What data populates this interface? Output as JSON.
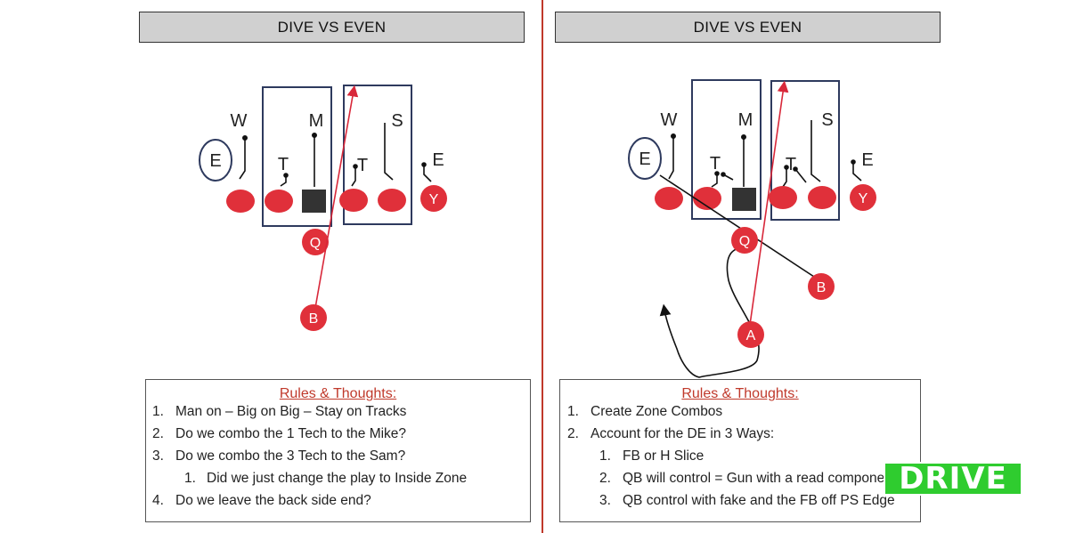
{
  "left_panel": {
    "title": "DIVE VS EVEN",
    "defense_labels": {
      "w": "W",
      "m": "M",
      "s": "S",
      "e_circled": "E",
      "t1": "T",
      "t2": "T",
      "e_right": "E"
    },
    "offense_labels": {
      "y": "Y",
      "q": "Q",
      "b": "B"
    },
    "rules": {
      "title": "Rules & Thoughts:",
      "items": [
        {
          "num": "1.",
          "text": "Man on – Big on Big – Stay on Tracks",
          "indent": 0
        },
        {
          "num": "2.",
          "text": "Do we combo the 1 Tech to the Mike?",
          "indent": 0
        },
        {
          "num": "3.",
          "text": "Do we combo the 3 Tech to the Sam?",
          "indent": 0
        },
        {
          "num": "1.",
          "text": "Did we just change the play to Inside Zone",
          "indent": 1
        },
        {
          "num": "4.",
          "text": "Do we leave the back side end?",
          "indent": 0
        }
      ]
    }
  },
  "right_panel": {
    "title": "DIVE VS EVEN",
    "defense_labels": {
      "w": "W",
      "m": "M",
      "s": "S",
      "e_circled": "E",
      "t1": "T",
      "t2": "T",
      "e_right": "E"
    },
    "offense_labels": {
      "y": "Y",
      "q": "Q",
      "b": "B",
      "a": "A"
    },
    "rules": {
      "title": "Rules & Thoughts:",
      "items": [
        {
          "num": "1.",
          "text": "Create Zone Combos",
          "indent": 0
        },
        {
          "num": "2.",
          "text": "Account for the DE in 3 Ways:",
          "indent": 0
        },
        {
          "num": "1.",
          "text": "FB or H Slice",
          "indent": 1
        },
        {
          "num": "2.",
          "text": "QB will control = Gun with a read component",
          "indent": 1
        },
        {
          "num": "3.",
          "text": "QB control with fake and the FB off PS Edge",
          "indent": 1
        }
      ]
    }
  },
  "badge": {
    "text": "DRIVE",
    "color": "#2fcc2f"
  },
  "colors": {
    "offense_red": "#e0303a",
    "route_red": "#d8283a",
    "box_navy": "#2e3a5e",
    "center_dark": "#333333",
    "divider": "#c0392b"
  }
}
